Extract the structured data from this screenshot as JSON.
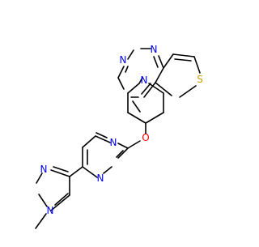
{
  "molecule": {
    "atom_labels": {
      "n_pyr_1": "N",
      "n_pyr_3": "N",
      "s_thio": "S",
      "n_pip": "N",
      "o_ether": "O",
      "n_pym_a": "N",
      "n_pym_b": "N",
      "n_pz_2": "N",
      "n_pz_1": "N"
    },
    "colors": {
      "bond": "#000000",
      "nitrogen": "#0000FF",
      "oxygen": "#FF0000",
      "sulfur": "#C8A000",
      "background": "#FFFFFF"
    }
  }
}
